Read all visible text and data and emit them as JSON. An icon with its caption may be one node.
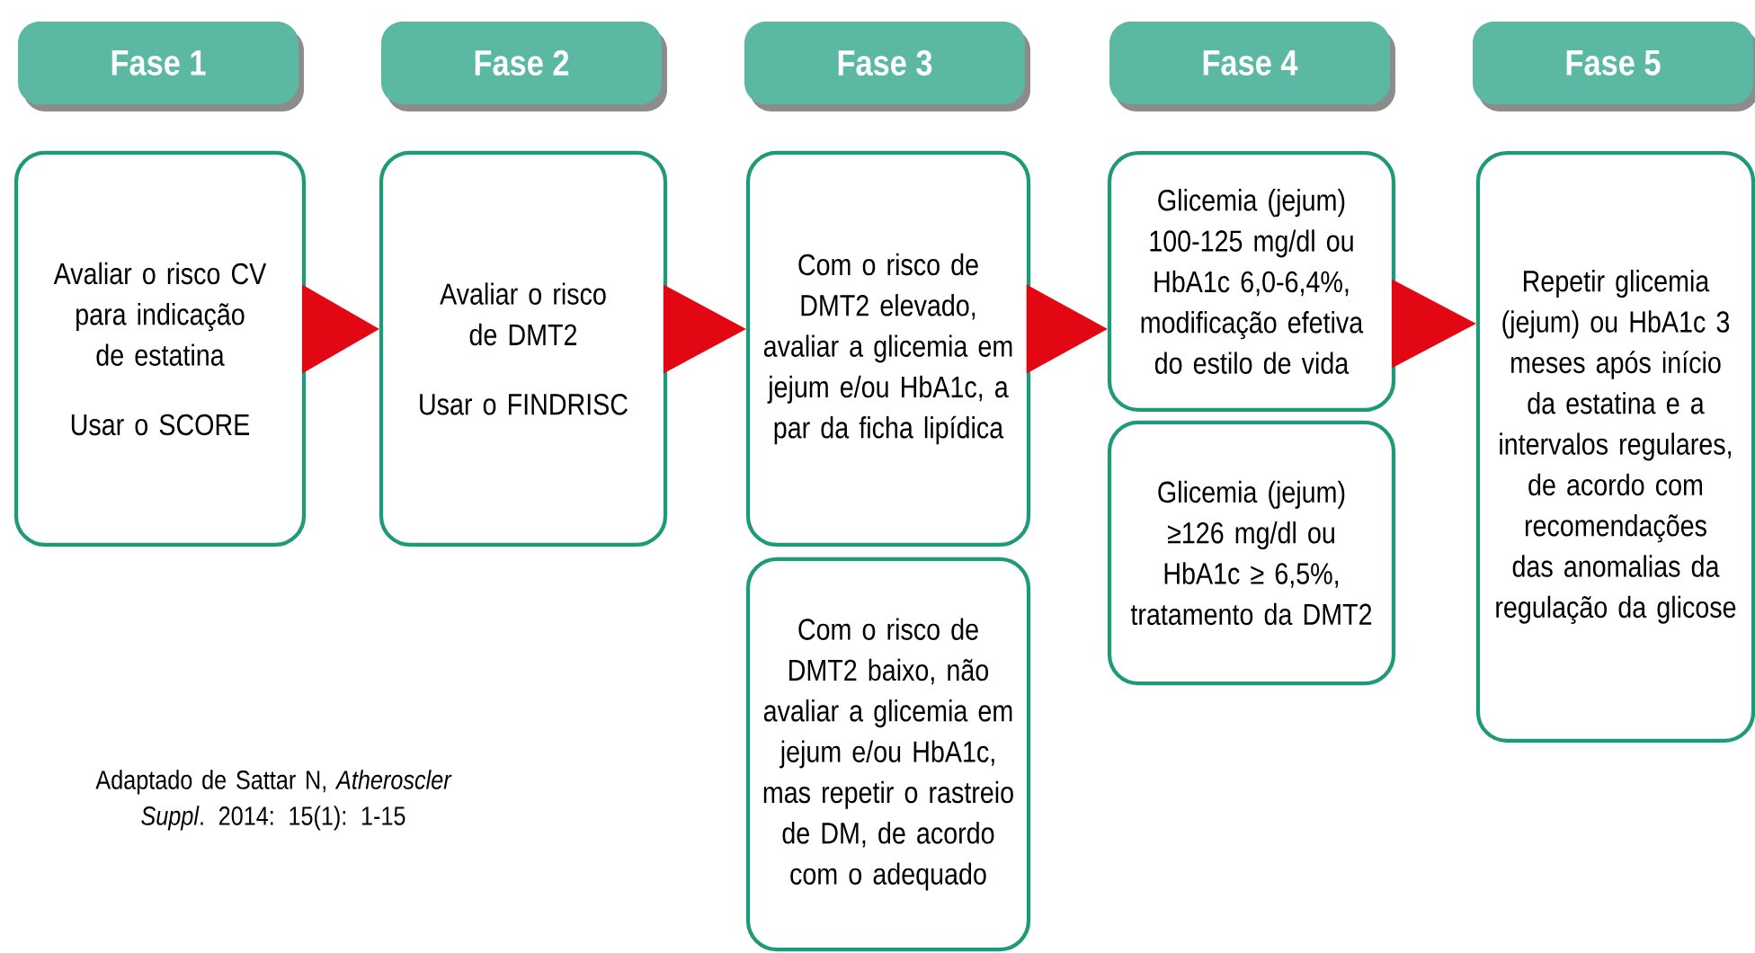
{
  "diagram": {
    "caption": "Adaptado de Sattar N, *Atheroscler Suppl*. 2014: 15(1): 1-15",
    "nodes": [
      {
        "text": [
          "Fase 1"
        ]
      },
      {
        "text": [
          "Fase 2"
        ]
      },
      {
        "text": [
          "Fase 3"
        ]
      },
      {
        "text": [
          "Fase 4"
        ]
      },
      {
        "text": [
          "Fase 5"
        ]
      },
      {
        "text": [
          "Avaliar o risco CV para indicação de estatina",
          "Usar o SCORE"
        ]
      },
      {
        "text": [
          "Avaliar o risco de DMT2",
          "Usar o FINDRISC"
        ]
      },
      {
        "text": [
          "Com o risco de DMT2 elevado, avaliar a glicemia em jejum e/ou HbA1c, a par da ficha lipídica"
        ]
      },
      {
        "text": [
          "Com o risco de DMT2 baixo, não avaliar a glicemia em jejum e/ou HbA1c, mas repetir o rastreio de DM, de acordo com o adequado"
        ]
      },
      {
        "text": [
          "Glicemia (jejum) 100-125 mg/dl ou HbA1c 6,0-6,4%, modificação efetiva do estilo de vida"
        ]
      },
      {
        "text": [
          "Glicemia (jejum) ≥126 mg/dl ou HbA1c ≥ 6,5%, tratamento da DMT2"
        ]
      },
      {
        "text": [
          "Repetir glicemia (jejum) ou HbA1c 3 meses após início da estatina e a intervalos regulares, de acordo com recomendações das anomalias da regulação da glicose"
        ]
      }
    ],
    "edges": [
      {
        "from": 5,
        "to": 6,
        "arrow": "to",
        "color": "#e30613"
      },
      {
        "from": 6,
        "to": 7,
        "arrow": "to",
        "color": "#e30613"
      },
      {
        "from": 7,
        "to": 9,
        "arrow": "to",
        "color": "#e30613"
      },
      {
        "from": 9,
        "to": 11,
        "arrow": "to",
        "color": "#e30613"
      }
    ]
  }
}
